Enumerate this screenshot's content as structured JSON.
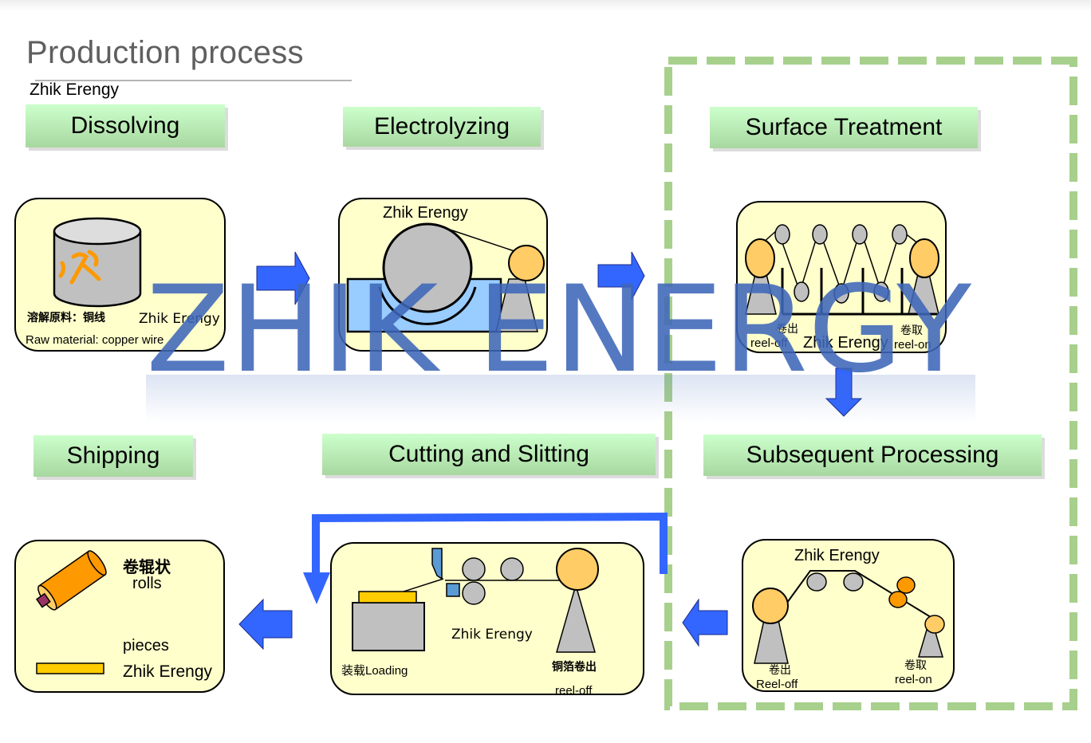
{
  "title": "Production process",
  "subtitle": "Zhik Erengy",
  "watermark": "ZHIK ENERGY",
  "colors": {
    "stage_top": "#ccffcc",
    "stage_bottom": "#a8d8a0",
    "panel_bg": "#ffffcc",
    "arrow_blue": "#3366ff",
    "dashed_green": "#a8d08d",
    "roller_gray": "#c0c0c0",
    "reel_orange": "#ffcc66",
    "bath_blue": "#99ccff"
  },
  "stages": {
    "dissolving": "Dissolving",
    "electrolyzing": "Electrolyzing",
    "surface_treatment": "Surface Treatment",
    "subsequent_processing": "Subsequent Processing",
    "cutting_slitting": "Cutting and Slitting",
    "shipping": "Shipping"
  },
  "panels": {
    "dissolving": {
      "label_cn": "溶解原料：铜线",
      "label_en": "Raw material:  copper wire",
      "brand": "Zhik  Erengy"
    },
    "electrolyzing": {
      "brand": "Zhik Erengy"
    },
    "surface_treatment": {
      "reel_off_cn": "卷出",
      "reel_off_en": "reel-off",
      "reel_on_cn": "卷取",
      "reel_on_en": "reel-on",
      "brand": "Zhik Erengy"
    },
    "subsequent_processing": {
      "brand": "Zhik Erengy",
      "reel_off_cn": "卷出",
      "reel_off_en": "Reel-off",
      "reel_on_cn": "卷取",
      "reel_on_en": "reel-on"
    },
    "cutting_slitting": {
      "loading": "装载Loading",
      "brand": "Zhik  Erengy",
      "reel_off_cn": "铜箔卷出",
      "reel_off_en": "reel-off"
    },
    "shipping": {
      "rolls_cn": "卷辊状",
      "rolls_en": "rolls",
      "pieces": "pieces",
      "brand": "Zhik Erengy"
    }
  }
}
